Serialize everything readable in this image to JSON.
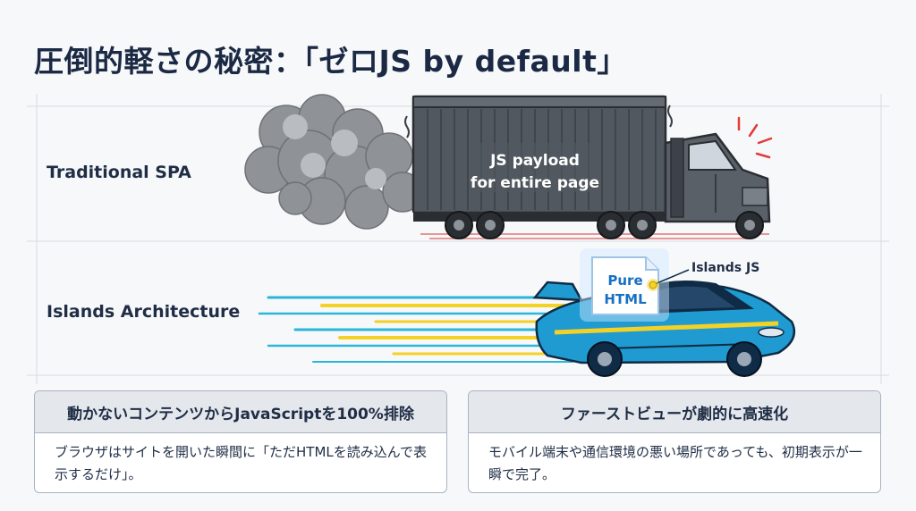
{
  "title": "圧倒的軽さの秘密：「ゼロJS by default」",
  "rows": {
    "traditional": {
      "label": "Traditional SPA",
      "payload_line1": "JS payload",
      "payload_line2": "for entire page"
    },
    "islands": {
      "label": "Islands Architecture",
      "html_line1": "Pure",
      "html_line2": "HTML",
      "islands_js": "Islands JS"
    }
  },
  "cards": [
    {
      "heading": "動かないコンテンツからJavaScriptを100%排除",
      "body": "ブラウザはサイトを開いた瞬間に「ただHTMLを読み込んで表示するだけ」。"
    },
    {
      "heading": "ファーストビューが劇的に高速化",
      "body": "モバイル端末や通信環境の悪い場所であっても、初期表示が一瞬で完了。"
    }
  ],
  "colors": {
    "navy": "#1b2944",
    "container": "#52585f",
    "car_body": "#1f9bd1",
    "speed_yellow": "#f4d125",
    "speed_cyan": "#2bb5d9",
    "alert_red": "#e23b3b"
  }
}
